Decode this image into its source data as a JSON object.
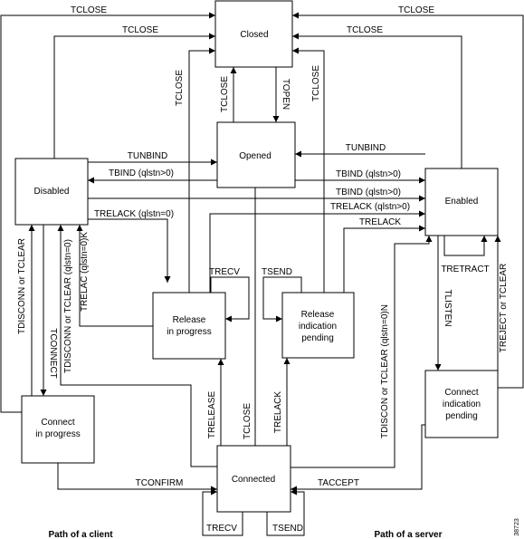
{
  "states": {
    "closed": "Closed",
    "opened": "Opened",
    "disabled": "Disabled",
    "enabled": "Enabled",
    "release_in_progress_1": "Release",
    "release_in_progress_2": "in progress",
    "release_indication_1": "Release",
    "release_indication_2": "indication",
    "release_indication_3": "pending",
    "connect_in_progress_1": "Connect",
    "connect_in_progress_2": "in progress",
    "connect_indication_1": "Connect",
    "connect_indication_2": "indication",
    "connect_indication_3": "pending",
    "connected": "Connected"
  },
  "transitions": {
    "tclose_top_left": "TCLOSE",
    "tclose_top_left_inner": "TCLOSE",
    "tclose_top_right": "TCLOSE",
    "tclose_top_right_inner": "TCLOSE",
    "tclose_release_left": "TCLOSE",
    "tclose_opened": "TCLOSE",
    "topen": "TOPEN",
    "tclose_release_right": "TCLOSE",
    "tunbind_left": "TUNBIND",
    "tbind_left": "TBIND (qlstn>0)",
    "tunbind_right": "TUNBIND",
    "tbind_right_1": "TBIND (qlstn>0)",
    "tbind_right_2": "TBIND (qlstn>0)",
    "trelack_disabled": "TRELACK (qlstn=0)",
    "trelack_enabled_1": "TRELACK (qlstn>0)",
    "trelack_enabled_2": "TRELACK",
    "trecv_release": "TRECV",
    "tsend_release": "TSEND",
    "tretract": "TRETRACT",
    "tdisconn_tclear_left": "TDISCONN or TCLEAR",
    "tconnect": "TCONNECT",
    "tdisconn_tclear_qlstn0": "TDISCONN or TCLEAR (qlstn=0)",
    "trelac_qlstn0k": "TRELAC (qlstn=0)K",
    "tlisten": "TLISTEN",
    "treject_tclear": "TREJECT or TCLEAR",
    "tdiscon_tclear_qlstn0n": "TDISCON or TCLEAR (qlstn=0)N",
    "trelease": "TRELEASE",
    "tclose_connected": "TCLOSE",
    "trelack_connected": "TRELACK",
    "tconfirm": "TCONFIRM",
    "taccept": "TACCEPT",
    "trecv_connected": "TRECV",
    "tsend_connected": "TSEND"
  },
  "footer": {
    "client_path": "Path of a client",
    "server_path": "Path of a server",
    "figure_id": "38723"
  }
}
